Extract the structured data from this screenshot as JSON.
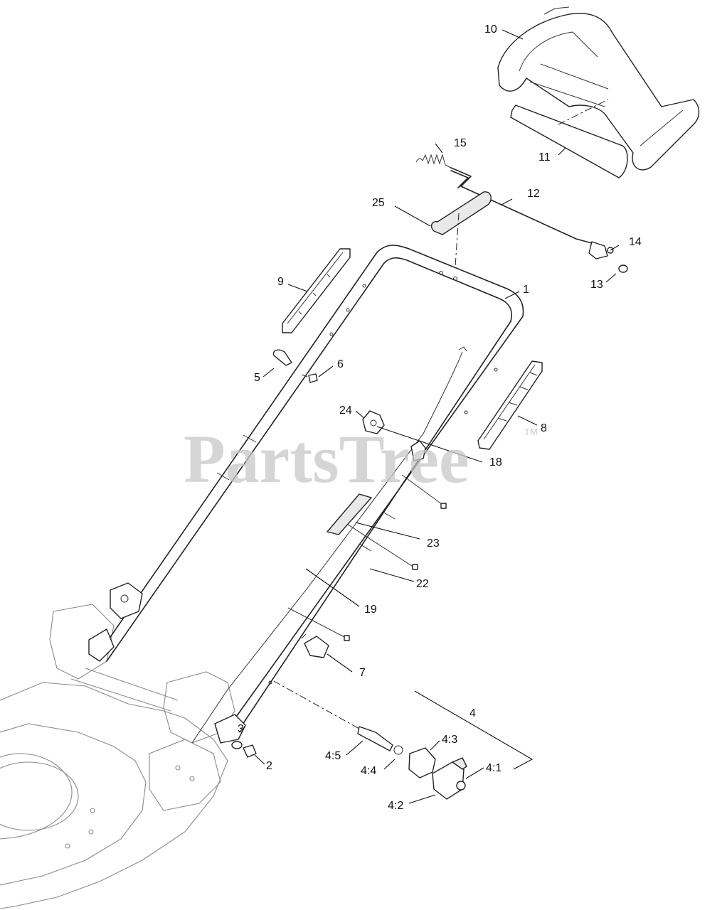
{
  "watermark": {
    "text": "PartsTree",
    "trademark": "TM"
  },
  "callouts": {
    "c1": "1",
    "c2": "2",
    "c3": "3",
    "c4": "4",
    "c4_1": "4:1",
    "c4_2": "4:2",
    "c4_3": "4:3",
    "c4_4": "4:4",
    "c4_5": "4:5",
    "c5": "5",
    "c6": "6",
    "c7": "7",
    "c8": "8",
    "c9": "9",
    "c10": "10",
    "c11": "11",
    "c12": "12",
    "c13": "13",
    "c14": "14",
    "c15": "15",
    "c18": "18",
    "c19": "19",
    "c22": "22",
    "c23": "23",
    "c24": "24",
    "c25": "25"
  },
  "colors": {
    "line": "#222222",
    "watermark": "#c8c8c8",
    "background": "#ffffff"
  }
}
